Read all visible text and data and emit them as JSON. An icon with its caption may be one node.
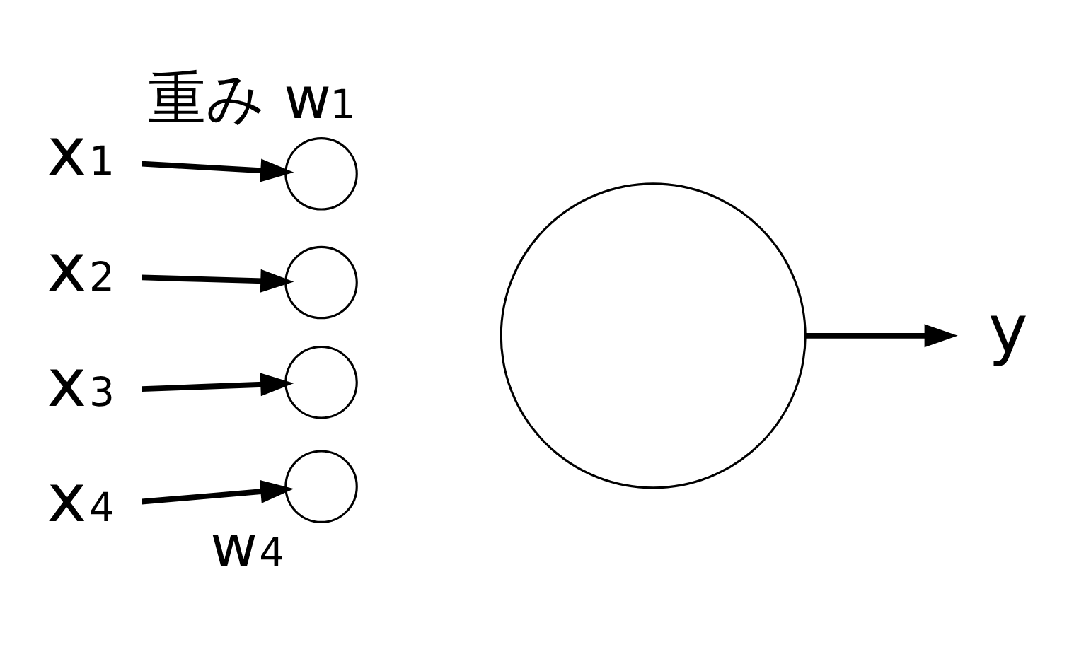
{
  "diagram": {
    "nodes": [
      {
        "text": [
          "x$_{1}$"
        ]
      },
      {
        "text": [
          "x$_{2}$"
        ]
      },
      {
        "text": [
          "x$_{3}$"
        ]
      },
      {
        "text": [
          "x$_{4}$"
        ]
      },
      {
        "text": [],
        "shape": "circle",
        "beside": [
          "重み w$_{1}$"
        ]
      },
      {
        "text": [],
        "shape": "circle"
      },
      {
        "text": [],
        "shape": "circle"
      },
      {
        "text": [],
        "shape": "circle",
        "beside": [
          "w$_{4}$"
        ]
      },
      {
        "text": [],
        "shape": "circle"
      },
      {
        "text": [
          "y"
        ]
      }
    ],
    "edges": [
      {
        "from": 0,
        "to": 4,
        "arrow": "to"
      },
      {
        "from": 1,
        "to": 5,
        "arrow": "to"
      },
      {
        "from": 2,
        "to": 6,
        "arrow": "to"
      },
      {
        "from": 3,
        "to": 7,
        "arrow": "to"
      },
      {
        "from": 8,
        "to": 9,
        "arrow": "to"
      }
    ]
  }
}
